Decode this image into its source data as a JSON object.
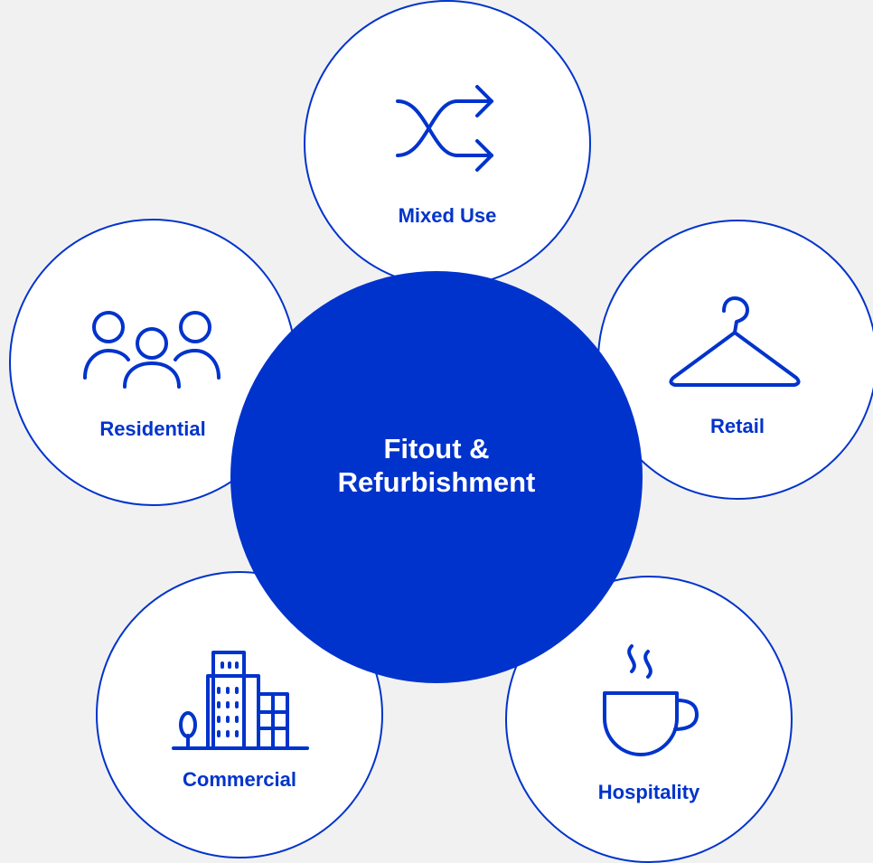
{
  "center": {
    "title_line1": "Fitout &",
    "title_line2": "Refurbishment"
  },
  "sectors": {
    "mixed_use": {
      "label": "Mixed Use",
      "icon": "shuffle-icon"
    },
    "residential": {
      "label": "Residential",
      "icon": "people-icon"
    },
    "retail": {
      "label": "Retail",
      "icon": "hanger-icon"
    },
    "commercial": {
      "label": "Commercial",
      "icon": "buildings-icon"
    },
    "hospitality": {
      "label": "Hospitality",
      "icon": "coffee-cup-icon"
    }
  },
  "colors": {
    "accent": "#0033cc",
    "background": "#f1f1f1",
    "circle_fill": "#ffffff"
  }
}
